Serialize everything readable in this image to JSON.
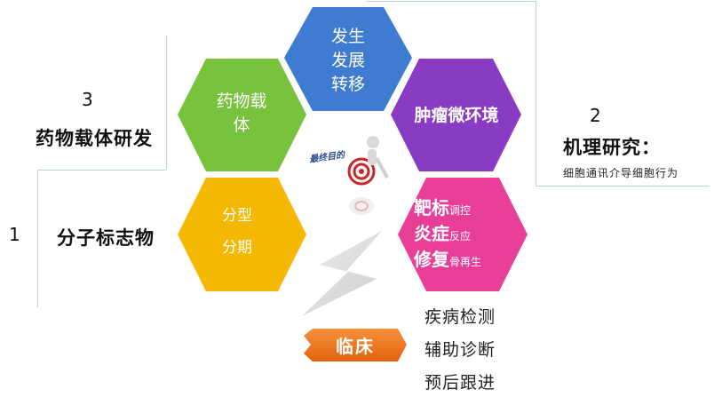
{
  "hexagons": {
    "top": {
      "lines": [
        "发生",
        "发展",
        "转移"
      ],
      "color": "#3e7bd1"
    },
    "upper_left": {
      "lines": [
        "药物载",
        "体"
      ],
      "color": "#78c23e"
    },
    "upper_right": {
      "lines": [
        "肿瘤微环境"
      ],
      "color": "#8a3bc4"
    },
    "lower_left": {
      "lines": [
        "分型",
        "分期"
      ],
      "color": "#f5b800"
    },
    "lower_right": {
      "color": "#e83e98",
      "rows": [
        {
          "big": "靶标",
          "small": "调控"
        },
        {
          "big": "炎症",
          "small": "反应"
        },
        {
          "big": "修复",
          "small": "骨再生"
        }
      ]
    }
  },
  "center": {
    "caption": "最终目的"
  },
  "left_labels": {
    "num3": "3",
    "drug_carrier": "药物载体研发",
    "num1": "1",
    "biomarker": "分子标志物"
  },
  "right_labels": {
    "num2": "2",
    "mechanism": "机理研究：",
    "mechanism_note": "细胞通讯介导细胞行为"
  },
  "clinic": {
    "label": "临床",
    "color": "#f0731c",
    "items": [
      "疾病检测",
      "辅助诊断",
      "预后跟进"
    ]
  }
}
